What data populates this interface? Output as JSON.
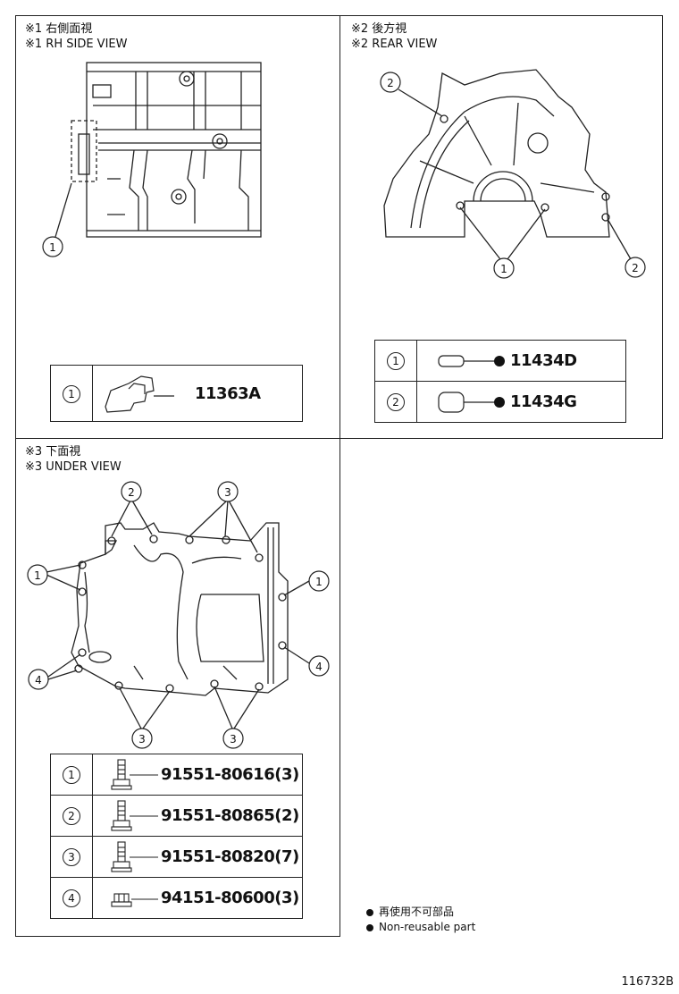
{
  "views": {
    "rh_side": {
      "title_jp": "※1 右側面視",
      "title_en": "※1 RH SIDE VIEW"
    },
    "rear": {
      "title_jp": "※2 後方視",
      "title_en": "※2 REAR VIEW"
    },
    "under": {
      "title_jp": "※3 下面視",
      "title_en": "※3 UNDER VIEW"
    }
  },
  "callouts": {
    "c1": "1",
    "c2": "2",
    "c3": "3",
    "c4": "4"
  },
  "parts": {
    "rh_side": [
      {
        "ref": "1",
        "part_no": "11363A"
      }
    ],
    "rear": [
      {
        "ref": "1",
        "part_no": "11434D",
        "non_reusable": true
      },
      {
        "ref": "2",
        "part_no": "11434G",
        "non_reusable": true
      }
    ],
    "under": [
      {
        "ref": "1",
        "part_no": "91551-80616(3)"
      },
      {
        "ref": "2",
        "part_no": "91551-80865(2)"
      },
      {
        "ref": "3",
        "part_no": "91551-80820(7)"
      },
      {
        "ref": "4",
        "part_no": "94151-80600(3)"
      }
    ]
  },
  "legend": {
    "jp": "再使用不可部品",
    "en": "Non-reusable part"
  },
  "diagram_code": "116732B"
}
